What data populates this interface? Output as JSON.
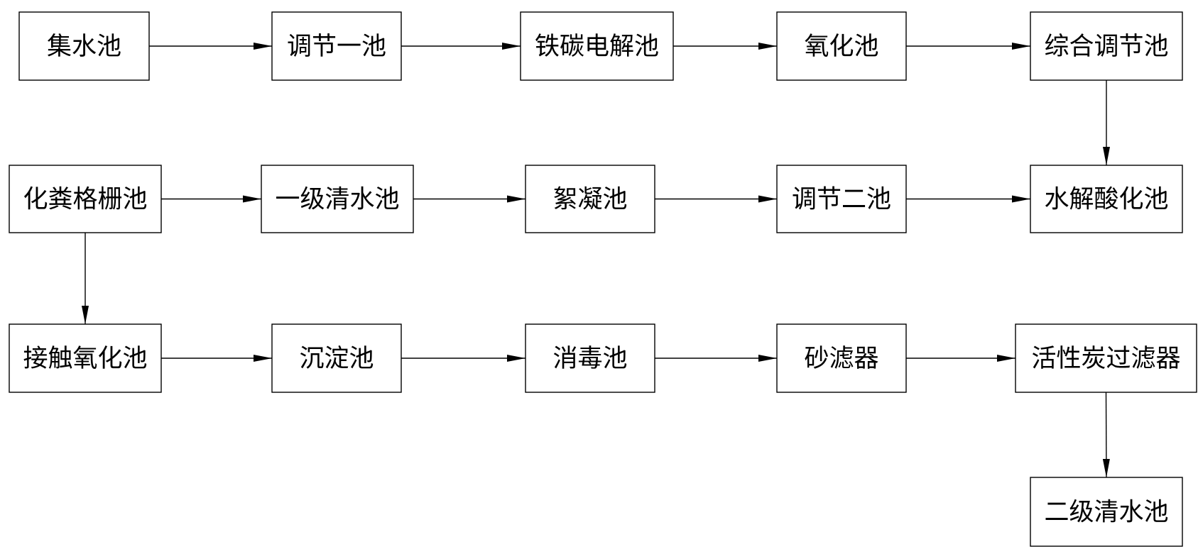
{
  "diagram": {
    "nodes": [
      {
        "id": "n1",
        "label": "集水池"
      },
      {
        "id": "n2",
        "label": "调节一池"
      },
      {
        "id": "n3",
        "label": "铁碳电解池"
      },
      {
        "id": "n4",
        "label": "氧化池"
      },
      {
        "id": "n5",
        "label": "综合调节池"
      },
      {
        "id": "n6",
        "label": "化粪格栅池"
      },
      {
        "id": "n7",
        "label": "一级清水池"
      },
      {
        "id": "n8",
        "label": "絮凝池"
      },
      {
        "id": "n9",
        "label": "调节二池"
      },
      {
        "id": "n10",
        "label": "水解酸化池"
      },
      {
        "id": "n11",
        "label": "接触氧化池"
      },
      {
        "id": "n12",
        "label": "沉淀池"
      },
      {
        "id": "n13",
        "label": "消毒池"
      },
      {
        "id": "n14",
        "label": "砂滤器"
      },
      {
        "id": "n15",
        "label": "活性炭过滤器"
      },
      {
        "id": "n16",
        "label": "二级清水池"
      }
    ],
    "edges": [
      {
        "from": "n1",
        "to": "n2"
      },
      {
        "from": "n2",
        "to": "n3"
      },
      {
        "from": "n3",
        "to": "n4"
      },
      {
        "from": "n4",
        "to": "n5"
      },
      {
        "from": "n5",
        "to": "n10"
      },
      {
        "from": "n6",
        "to": "n7"
      },
      {
        "from": "n7",
        "to": "n8"
      },
      {
        "from": "n8",
        "to": "n9"
      },
      {
        "from": "n9",
        "to": "n10"
      },
      {
        "from": "n6",
        "to": "n11"
      },
      {
        "from": "n11",
        "to": "n12"
      },
      {
        "from": "n12",
        "to": "n13"
      },
      {
        "from": "n13",
        "to": "n14"
      },
      {
        "from": "n14",
        "to": "n15"
      },
      {
        "from": "n15",
        "to": "n16"
      }
    ]
  }
}
